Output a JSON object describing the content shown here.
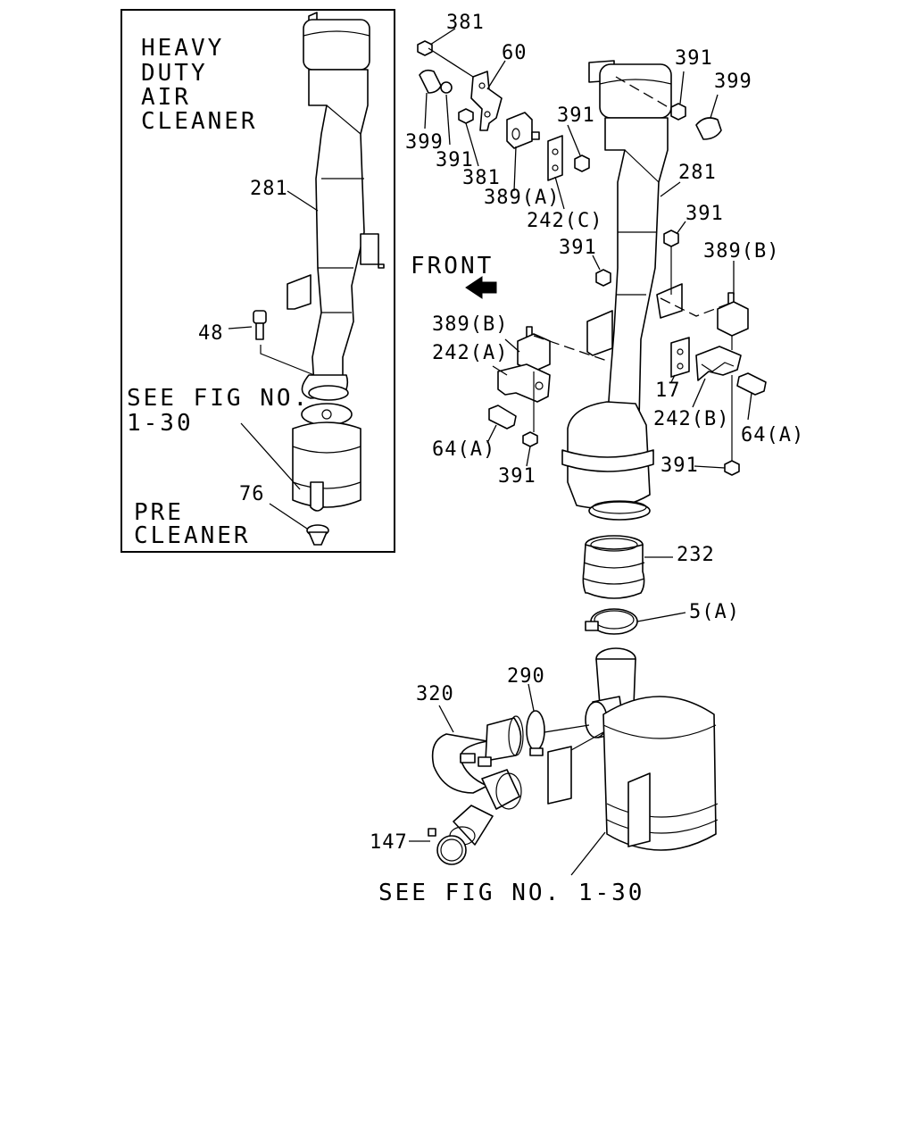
{
  "inset": {
    "title_lines": [
      "HEAVY",
      "DUTY",
      "AIR",
      "CLEANER"
    ],
    "labels": {
      "p281": "281",
      "p48": "48",
      "see_fig_line1": "SEE FIG NO.",
      "see_fig_line2": "1-30",
      "p76": "76",
      "pre_line1": "PRE",
      "pre_line2": "CLEANER"
    }
  },
  "main": {
    "front_label": "FRONT",
    "see_fig": "SEE FIG NO. 1-30",
    "labels": {
      "p381_top": "381",
      "p60": "60",
      "p391_top_right": "391",
      "p399_right": "399",
      "p399_left": "399",
      "p391_a": "391",
      "p381_b": "381",
      "p391_b": "391",
      "p389a": "389(A)",
      "p242c": "242(C)",
      "p281": "281",
      "p391_c": "391",
      "p391_d": "391",
      "p389b_right": "389(B)",
      "p389b_left": "389(B)",
      "p242a": "242(A)",
      "p17": "17",
      "p242b": "242(B)",
      "p64a_right": "64(A)",
      "p64a_left": "64(A)",
      "p391_e": "391",
      "p391_f": "391",
      "p232": "232",
      "p5a": "5(A)",
      "p320": "320",
      "p290": "290",
      "p147": "147"
    }
  }
}
